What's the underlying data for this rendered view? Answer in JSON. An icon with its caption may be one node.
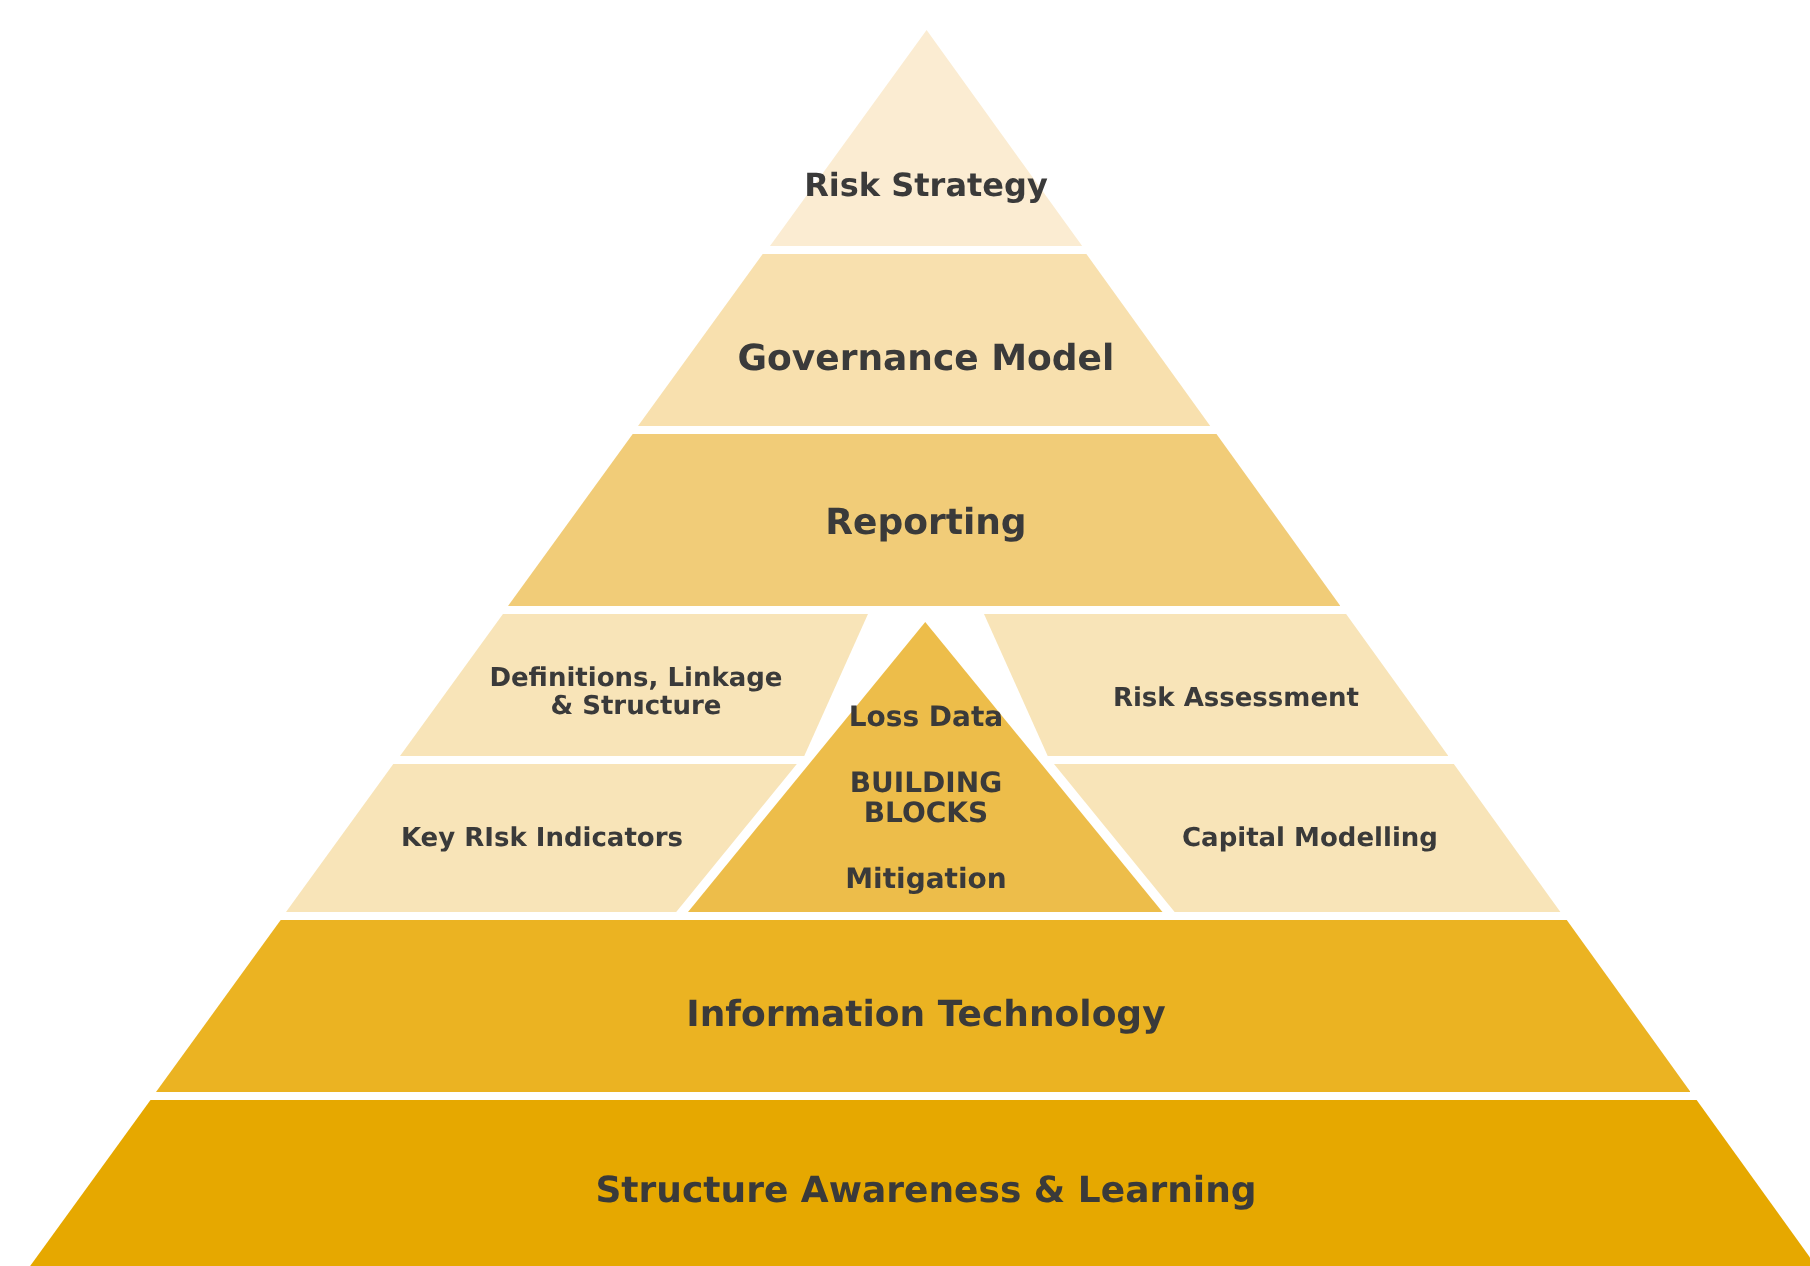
{
  "diagram": {
    "nodes": [
      {
        "text": [
          "Risk Strategy"
        ]
      },
      {
        "text": [
          "Governance Model"
        ]
      },
      {
        "text": [
          "Reporting"
        ]
      },
      {
        "text": [
          "Definitions, Linkage & Structure"
        ]
      },
      {
        "text": [
          "Loss Data",
          "BUILDING BLOCKS",
          "Mitigation"
        ]
      },
      {
        "text": [
          "Risk Assessment"
        ]
      },
      {
        "text": [
          "Key RIsk Indicators"
        ]
      },
      {
        "text": [
          "Capital Modelling"
        ]
      },
      {
        "text": [
          "Information Technology"
        ]
      },
      {
        "text": [
          "Structure Awareness & Learning"
        ]
      }
    ]
  }
}
